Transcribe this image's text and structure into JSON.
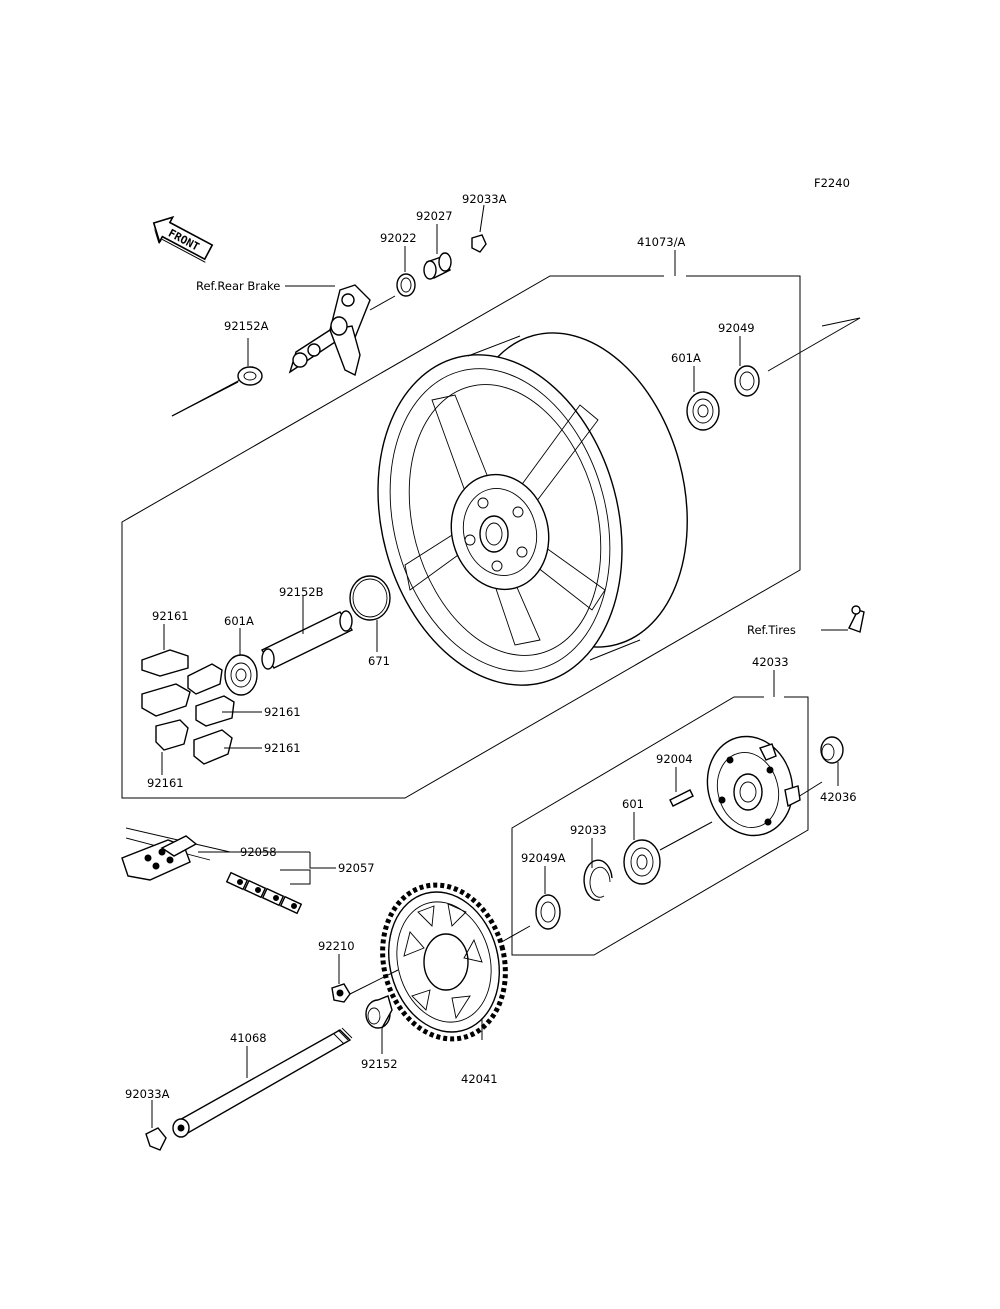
{
  "diagram_code": "F2240",
  "front_arrow": "FRONT",
  "labels": {
    "ref_rear_brake": "Ref.Rear Brake",
    "ref_tires": "Ref.Tires",
    "p92152A": "92152A",
    "p92022": "92022",
    "p92027": "92027",
    "p92033A_top": "92033A",
    "p41073A": "41073/A",
    "p92049": "92049",
    "p601A_top": "601A",
    "p92152B": "92152B",
    "p601A_left": "601A",
    "p671": "671",
    "p92161_a": "92161",
    "p92161_b": "92161",
    "p92161_c": "92161",
    "p92161_d": "92161",
    "p42033": "42033",
    "p92004": "92004",
    "p42036": "42036",
    "p601": "601",
    "p92033": "92033",
    "p92049A": "92049A",
    "p92058": "92058",
    "p92057": "92057",
    "p92210": "92210",
    "p41068": "41068",
    "p92152": "92152",
    "p42041": "42041",
    "p92033A_bottom": "92033A"
  }
}
